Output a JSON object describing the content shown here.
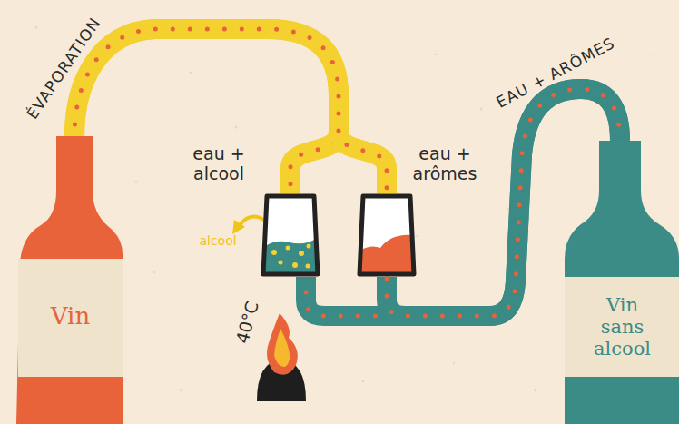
{
  "diagram": {
    "nodes": [
      {
        "text": [
          "Vin"
        ]
      },
      {
        "text": [
          "eau + alcool"
        ]
      },
      {
        "text": [
          "eau + arômes"
        ]
      },
      {
        "text": [
          "Vin sans alcool"
        ]
      }
    ],
    "edges": [
      {
        "from": 0,
        "to": 1,
        "label": "ÉVAPORATION",
        "arrow": "none"
      },
      {
        "from": 0,
        "to": 2,
        "arrow": "none"
      },
      {
        "from": 1,
        "to": 3,
        "label": "EAU + ARÔMES",
        "arrow": "none"
      },
      {
        "from": 2,
        "to": 3,
        "arrow": "none"
      }
    ],
    "labels": [
      "alcool",
      "40°C"
    ]
  }
}
